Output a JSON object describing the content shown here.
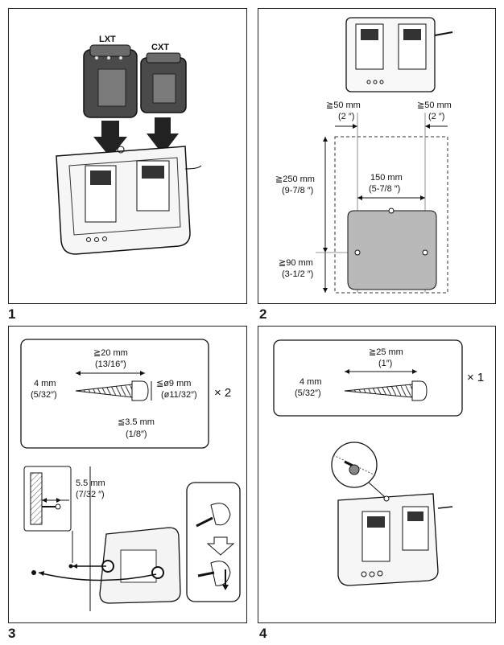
{
  "figures": [
    {
      "number": "1",
      "labels": {
        "battery_left": "LXT",
        "battery_right": "CXT"
      }
    },
    {
      "number": "2",
      "labels": {
        "left_clear": "≧50 mm",
        "left_clear_in": "(2 ″)",
        "right_clear": "≧50 mm",
        "right_clear_in": "(2 ″)",
        "top_clear": "≧250 mm",
        "top_clear_in": "(9-7/8 ″)",
        "hole_span": "150 mm",
        "hole_span_in": "(5-7/8 ″)",
        "bottom_clear": "≧90 mm",
        "bottom_clear_in": "(3-1/2 ″)"
      }
    },
    {
      "number": "3",
      "labels": {
        "screw_len": "≧20 mm",
        "screw_len_in": "(13/16″)",
        "shank": "4 mm",
        "shank_in": "(5/32″)",
        "head": "≦ø9 mm",
        "head_in": "(ø11/32″)",
        "head_h": "≦3.5 mm",
        "head_h_in": "(1/8″)",
        "qty": "× 2",
        "protrude": "5.5 mm",
        "protrude_in": "(7/32 ″)"
      }
    },
    {
      "number": "4",
      "labels": {
        "screw_len": "≧25 mm",
        "screw_len_in": "(1″)",
        "shank": "4 mm",
        "shank_in": "(5/32″)",
        "qty": "× 1"
      }
    }
  ]
}
